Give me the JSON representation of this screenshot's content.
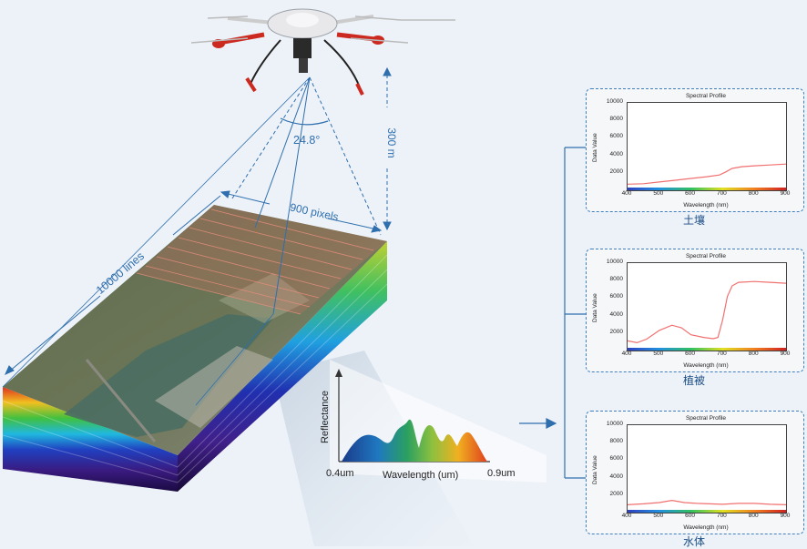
{
  "figure": {
    "fov_angle": "24.8°",
    "altitude": "300 m",
    "swath_pixels": "900 pixels",
    "scan_lines": "10000 lines"
  },
  "spectrum_inset": {
    "ylabel": "Reflectance",
    "xlabel": "Wavelength (um)",
    "x_start": "0.4um",
    "x_end": "0.9um"
  },
  "chart_data": [
    {
      "type": "line",
      "title": "Spectral Profile",
      "xlabel": "Wavelength (nm)",
      "ylabel": "Data Value",
      "caption": "土壤",
      "xlim": [
        400,
        900
      ],
      "ylim": [
        0,
        10000
      ],
      "x_ticks": [
        "400",
        "500",
        "600",
        "700",
        "800",
        "900"
      ],
      "y_ticks": [
        "2000",
        "4000",
        "6000",
        "8000",
        "10000"
      ],
      "series": [
        {
          "color": "#f07070",
          "x": [
            400,
            450,
            500,
            550,
            600,
            650,
            690,
            710,
            730,
            760,
            800,
            850,
            900
          ],
          "y": [
            700,
            750,
            950,
            1150,
            1350,
            1550,
            1750,
            2100,
            2500,
            2700,
            2800,
            2900,
            3000
          ]
        }
      ]
    },
    {
      "type": "line",
      "title": "Spectral Profile",
      "xlabel": "Wavelength (nm)",
      "ylabel": "Data Value",
      "caption": "植被",
      "xlim": [
        400,
        900
      ],
      "ylim": [
        0,
        10000
      ],
      "x_ticks": [
        "400",
        "500",
        "600",
        "700",
        "800",
        "900"
      ],
      "y_ticks": [
        "2000",
        "4000",
        "6000",
        "8000",
        "10000"
      ],
      "series": [
        {
          "color": "#f07070",
          "x": [
            400,
            430,
            460,
            500,
            540,
            570,
            600,
            640,
            670,
            685,
            700,
            715,
            730,
            750,
            800,
            850,
            900
          ],
          "y": [
            1100,
            900,
            1300,
            2300,
            2900,
            2600,
            1800,
            1500,
            1350,
            1500,
            3500,
            6200,
            7400,
            7800,
            7900,
            7800,
            7700
          ]
        }
      ]
    },
    {
      "type": "line",
      "title": "Spectral Profile",
      "xlabel": "Wavelength (nm)",
      "ylabel": "Data Value",
      "caption": "水体",
      "xlim": [
        400,
        900
      ],
      "ylim": [
        0,
        10000
      ],
      "x_ticks": [
        "400",
        "500",
        "600",
        "700",
        "800",
        "900"
      ],
      "y_ticks": [
        "2000",
        "4000",
        "6000",
        "8000",
        "10000"
      ],
      "series": [
        {
          "color": "#f07070",
          "x": [
            400,
            450,
            500,
            540,
            580,
            620,
            660,
            700,
            750,
            800,
            850,
            900
          ],
          "y": [
            900,
            1000,
            1150,
            1400,
            1150,
            1050,
            1000,
            950,
            1050,
            1050,
            950,
            900
          ]
        }
      ]
    }
  ]
}
